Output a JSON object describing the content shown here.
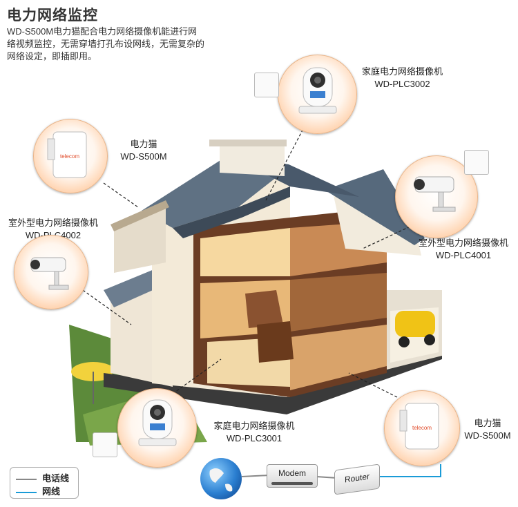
{
  "title": "电力网络监控",
  "intro": {
    "line1": "WD-S500M电力猫配合电力网络摄像机能进行网",
    "line2": "络视频监控，无需穿墙打孔布设网线，无需复杂的",
    "line3": "网络设定，即插即用。"
  },
  "nodes": {
    "plc3002": {
      "name": "家庭电力网络摄像机",
      "model": "WD-PLC3002"
    },
    "s500m_top": {
      "name": "电力猫",
      "model": "WD-S500M"
    },
    "plc4002": {
      "name": "室外型电力网络摄像机",
      "model": "WD-PLC4002"
    },
    "plc4001": {
      "name": "室外型电力网络摄像机",
      "model": "WD-PLC4001"
    },
    "plc3001": {
      "name": "家庭电力网络摄像机",
      "model": "WD-PLC3001"
    },
    "s500m_bottom": {
      "name": "电力猫",
      "model": "WD-S500M"
    }
  },
  "devices": {
    "modem": "Modem",
    "router": "Router"
  },
  "legend": {
    "phone_line": {
      "label": "电话线",
      "color": "#888888"
    },
    "network_line": {
      "label": "网线",
      "color": "#1a9bd7"
    }
  },
  "colors": {
    "circle_edge": "#f2a56b",
    "network": "#1a9bd7",
    "roof": "#5f7183"
  }
}
